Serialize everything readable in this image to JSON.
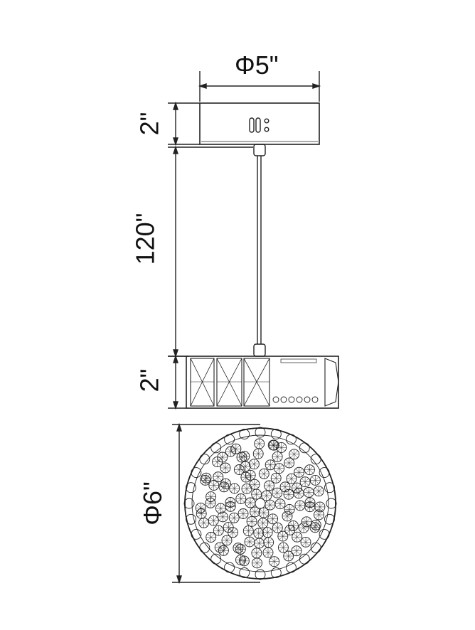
{
  "drawing": {
    "line_color": "#222222",
    "canopy": {
      "width_label": "Φ5\"",
      "height_label": "2\""
    },
    "cable": {
      "length_label": "120\""
    },
    "shade": {
      "height_label": "2\"",
      "diameter_label": "Φ6\""
    }
  }
}
